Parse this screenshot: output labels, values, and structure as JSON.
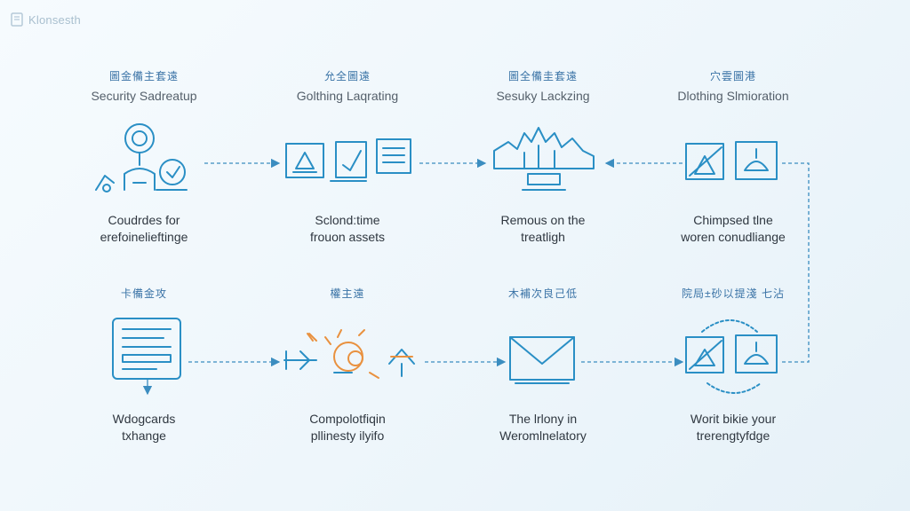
{
  "brand": {
    "name": "Klonsesth"
  },
  "colors": {
    "primary": "#2a8fc5",
    "accent": "#e9913f",
    "text": "#2f3740",
    "cjk": "#3a73a6"
  },
  "steps": [
    {
      "cjk": "圖金備主套遠",
      "subtitle": "Security Sadreatup",
      "caption_line1": "Coudrdes for",
      "caption_line2": "erefoinelieftinge",
      "icon": "magnifier-security-icon"
    },
    {
      "cjk": "允全圖遠",
      "subtitle": "Golthing Laqrating",
      "caption_line1": "Sclond:time",
      "caption_line2": "frouon assets",
      "icon": "document-panels-icon"
    },
    {
      "cjk": "圖全備圭套遠",
      "subtitle": "Sesuky Lackzing",
      "caption_line1": "Remous on the",
      "caption_line2": "treatligh",
      "icon": "building-monitor-icon"
    },
    {
      "cjk": "穴雲圖港",
      "subtitle": "Dlothing Slmioration",
      "caption_line1": "Chimpsed tlne",
      "caption_line2": "woren conudliange",
      "icon": "framed-icons-icon"
    },
    {
      "cjk": "卡備金攻",
      "subtitle": "",
      "caption_line1": "Wdogcards",
      "caption_line2": "txhange",
      "icon": "document-card-icon"
    },
    {
      "cjk": "權主遠",
      "subtitle": "",
      "caption_line1": "Compolotfiqin",
      "caption_line2": "pllinesty ilyifo",
      "icon": "cluster-icons-icon"
    },
    {
      "cjk": "木補次良己低",
      "subtitle": "",
      "caption_line1": "The lrlony in",
      "caption_line2": "Weromlnelatory",
      "icon": "envelope-icon"
    },
    {
      "cjk": "院局±砂以提淺 七沾",
      "subtitle": "",
      "caption_line1": "Worit bikie your",
      "caption_line2": "trerengtyfdge",
      "icon": "cycle-icons-icon"
    }
  ]
}
